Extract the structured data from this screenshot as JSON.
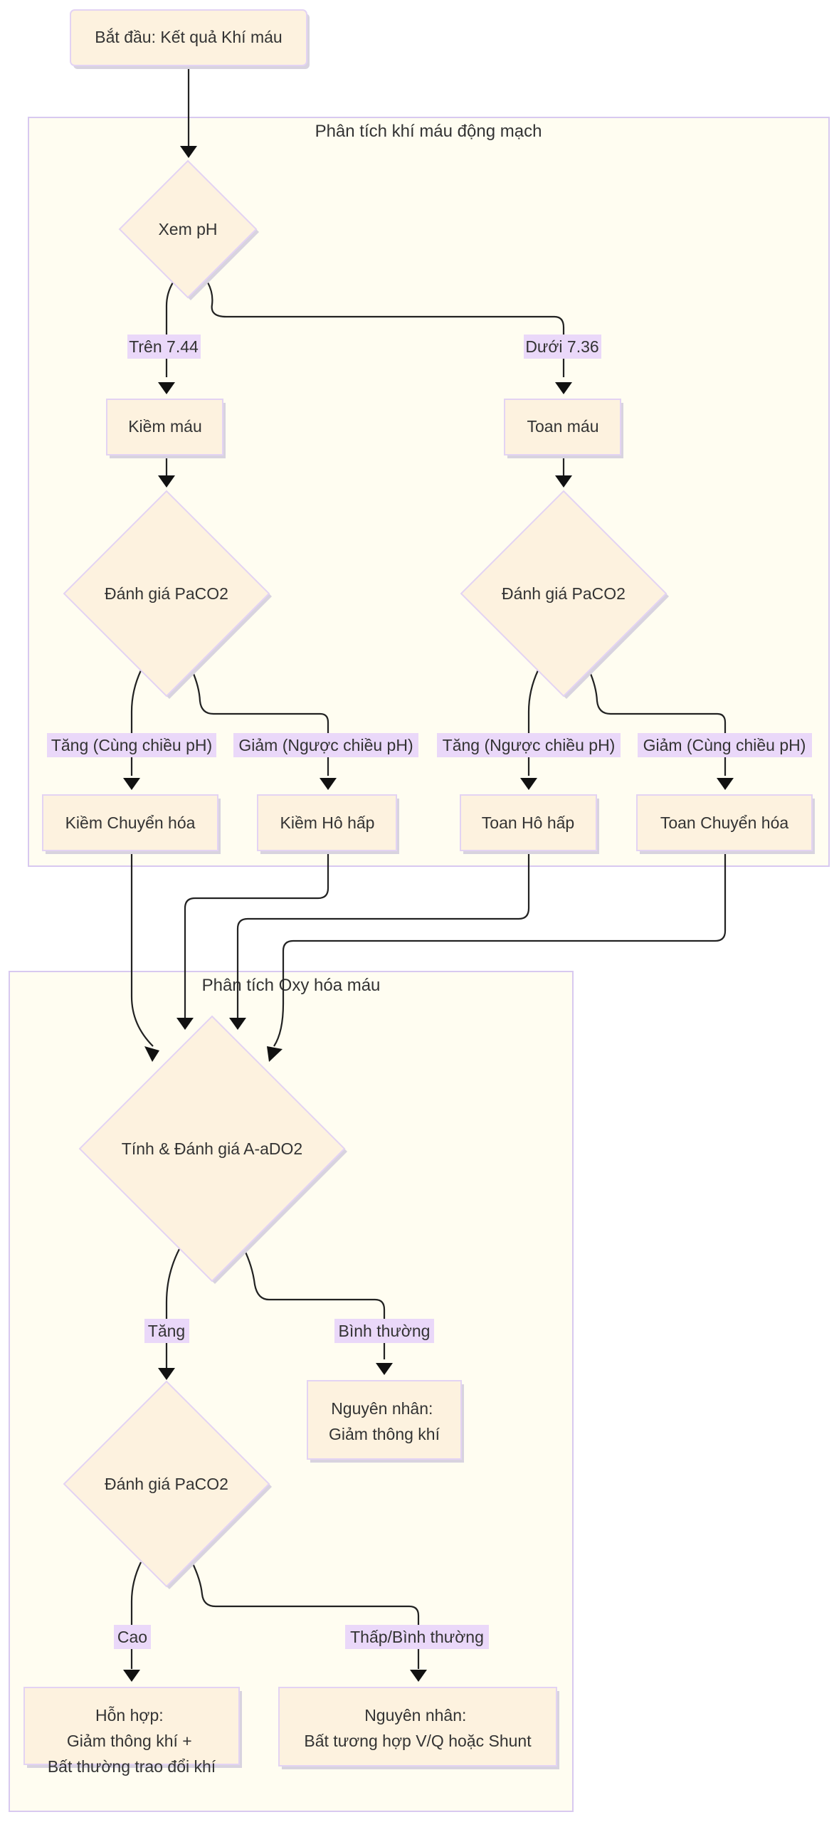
{
  "clusters": {
    "abg": {
      "title": "Phân tích khí máu động mạch"
    },
    "oxy": {
      "title": "Phân tích Oxy hóa máu"
    }
  },
  "nodes": {
    "start": {
      "lines": [
        "Bắt đầu: Kết quả Khí máu"
      ]
    },
    "ph": {
      "lines": [
        "Xem pH"
      ]
    },
    "alkalemia": {
      "lines": [
        "Kiềm máu"
      ]
    },
    "acidemia": {
      "lines": [
        "Toan máu"
      ]
    },
    "paco2_alk": {
      "lines": [
        "Đánh giá PaCO2"
      ]
    },
    "paco2_acid": {
      "lines": [
        "Đánh giá PaCO2"
      ]
    },
    "met_alk": {
      "lines": [
        "Kiềm Chuyển hóa"
      ]
    },
    "resp_alk": {
      "lines": [
        "Kiềm Hô hấp"
      ]
    },
    "resp_acid": {
      "lines": [
        "Toan Hô hấp"
      ]
    },
    "met_acid": {
      "lines": [
        "Toan Chuyển hóa"
      ]
    },
    "aado2": {
      "lines": [
        "Tính & Đánh giá A-aDO2"
      ]
    },
    "cause_hypo": {
      "lines": [
        "Nguyên nhân:",
        "Giảm thông khí"
      ]
    },
    "paco2_oxy": {
      "lines": [
        "Đánh giá PaCO2"
      ]
    },
    "mixed": {
      "lines": [
        "Hỗn hợp:",
        "Giảm thông khí +",
        "Bất thường trao đổi khí"
      ]
    },
    "cause_vq": {
      "lines": [
        "Nguyên nhân:",
        "Bất tương hợp V/Q hoặc Shunt"
      ]
    }
  },
  "edge_labels": {
    "ph_alk": "Trên 7.44",
    "ph_acid": "Dưới 7.36",
    "alk_up": "Tăng (Cùng chiều pH)",
    "alk_down": "Giảm (Ngược chiều pH)",
    "acid_up": "Tăng (Ngược chiều pH)",
    "acid_down": "Giảm (Cùng chiều pH)",
    "aa_up": "Tăng",
    "aa_normal": "Bình thường",
    "pco_high": "Cao",
    "pco_lownormal": "Thấp/Bình thường"
  },
  "colors": {
    "node_fill": "#fdf2df",
    "node_border": "#e3d3f3",
    "cluster_fill": "#fffdf1",
    "cluster_border": "#d8c9f0",
    "edge_label_bg": "#ead8f9",
    "edge_stroke": "#222222",
    "text": "#333333"
  }
}
